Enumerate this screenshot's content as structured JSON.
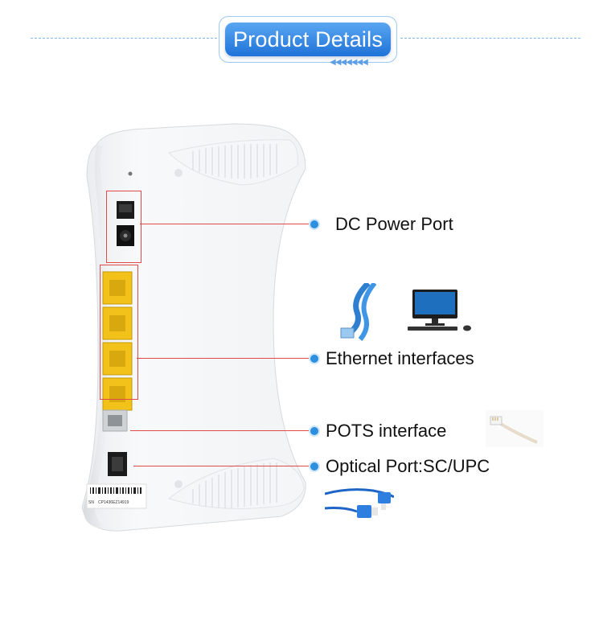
{
  "header": {
    "title": "Product Details"
  },
  "device": {
    "sn_label": "SN",
    "sn_value": "CP1436EZ14919"
  },
  "callouts": {
    "dc_power": "DC Power Port",
    "ethernet": "Ethernet interfaces",
    "pots": "POTS interface",
    "optical": "Optical Port:SC/UPC"
  },
  "colors": {
    "accent_blue": "#2d8fe0",
    "callout_red": "#e04a4a",
    "ethernet_yellow": "#f2c21b"
  }
}
